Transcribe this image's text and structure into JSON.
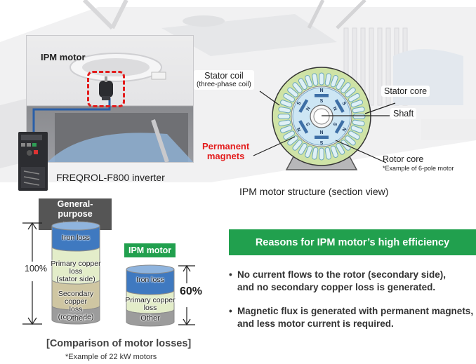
{
  "scene": {
    "ipm_motor_label": "IPM motor",
    "inverter_label": "FREQROL-F800 inverter"
  },
  "motor_structure": {
    "labels": {
      "stator_coil": "Stator coil",
      "stator_coil_sub": "(three-phase coil)",
      "stator_core": "Stator core",
      "shaft": "Shaft",
      "permanent_magnets_line1": "Permanent",
      "permanent_magnets_line2": "magnets",
      "rotor_core": "Rotor core",
      "pole_note": "*Example of 6-pole motor"
    },
    "pole_letters": [
      "N",
      "S"
    ],
    "caption": "IPM motor structure (section view)"
  },
  "loss_comparison": {
    "general_purpose": {
      "title_line1": "General-purpose",
      "title_line2": "motor",
      "total_label": "100%",
      "segments": [
        {
          "lines": [
            "Iron loss"
          ],
          "color": "#3f79c0"
        },
        {
          "lines": [
            "Primary copper",
            "loss",
            "(stator side)"
          ],
          "color": "#e3edc9"
        },
        {
          "lines": [
            "Secondary copper",
            "loss",
            "(rotor side)"
          ],
          "color": "#cfc6a2"
        },
        {
          "lines": [
            "Other"
          ],
          "color": "#9c9c9c"
        }
      ]
    },
    "ipm": {
      "title": "IPM motor",
      "total_label": "60%",
      "segments": [
        {
          "lines": [
            "Iron loss"
          ],
          "color": "#3f79c0"
        },
        {
          "lines": [
            "Primary copper",
            "loss"
          ],
          "color": "#e3edc9"
        },
        {
          "lines": [
            "Other"
          ],
          "color": "#9c9c9c"
        }
      ]
    },
    "caption": "[Comparison of motor losses]",
    "note": "*Example of 22 kW motors"
  },
  "reasons": {
    "header": "Reasons for IPM motor’s high efficiency",
    "items": [
      {
        "line1": "No current flows to the rotor (secondary side),",
        "line2": "and no secondary copper loss is generated."
      },
      {
        "line1": "Magnetic flux is generated with permanent magnets,",
        "line2": "and less motor current is required."
      }
    ]
  },
  "colors": {
    "green": "#21a04e",
    "gray_tag": "#555555",
    "red": "#e31b1b",
    "stator": "#cfe3a6",
    "rotor": "#cde6f4",
    "magnet": "#3d6fa6"
  }
}
